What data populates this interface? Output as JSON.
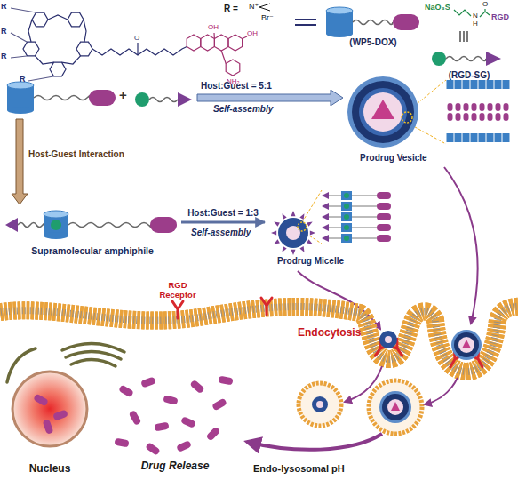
{
  "diagram": {
    "nodes": [
      {
        "text": [
          "(WP5-DOX)"
        ]
      },
      {
        "text": [
          "(RGD-SG)"
        ]
      },
      {
        "text": [
          "Prodrug Vesicle"
        ]
      },
      {
        "text": [
          "Supramolecular amphiphile"
        ]
      },
      {
        "text": [
          "Prodrug Micelle"
        ]
      },
      {
        "text": [
          "Nucleus"
        ]
      },
      {
        "text": [
          "Drug Release"
        ]
      }
    ],
    "edges": [
      {
        "from": 3,
        "to": 4,
        "arrow": "to",
        "label": "Host:Guest = 1:3"
      }
    ],
    "labels": [
      "R",
      "R",
      "R",
      "R",
      "R =",
      "N⁺",
      "Br⁻",
      "O",
      "OH",
      "OH",
      "NH₂",
      "NaO₃S",
      "O",
      "N",
      "H",
      "RGD",
      "+",
      "Host:Guest = 5:1",
      "Self-assembly",
      "Host-Guest Interaction",
      "Self-assembly",
      "RGD Receptor",
      "Endocytosis",
      "Endo-lysosomal pH"
    ]
  }
}
